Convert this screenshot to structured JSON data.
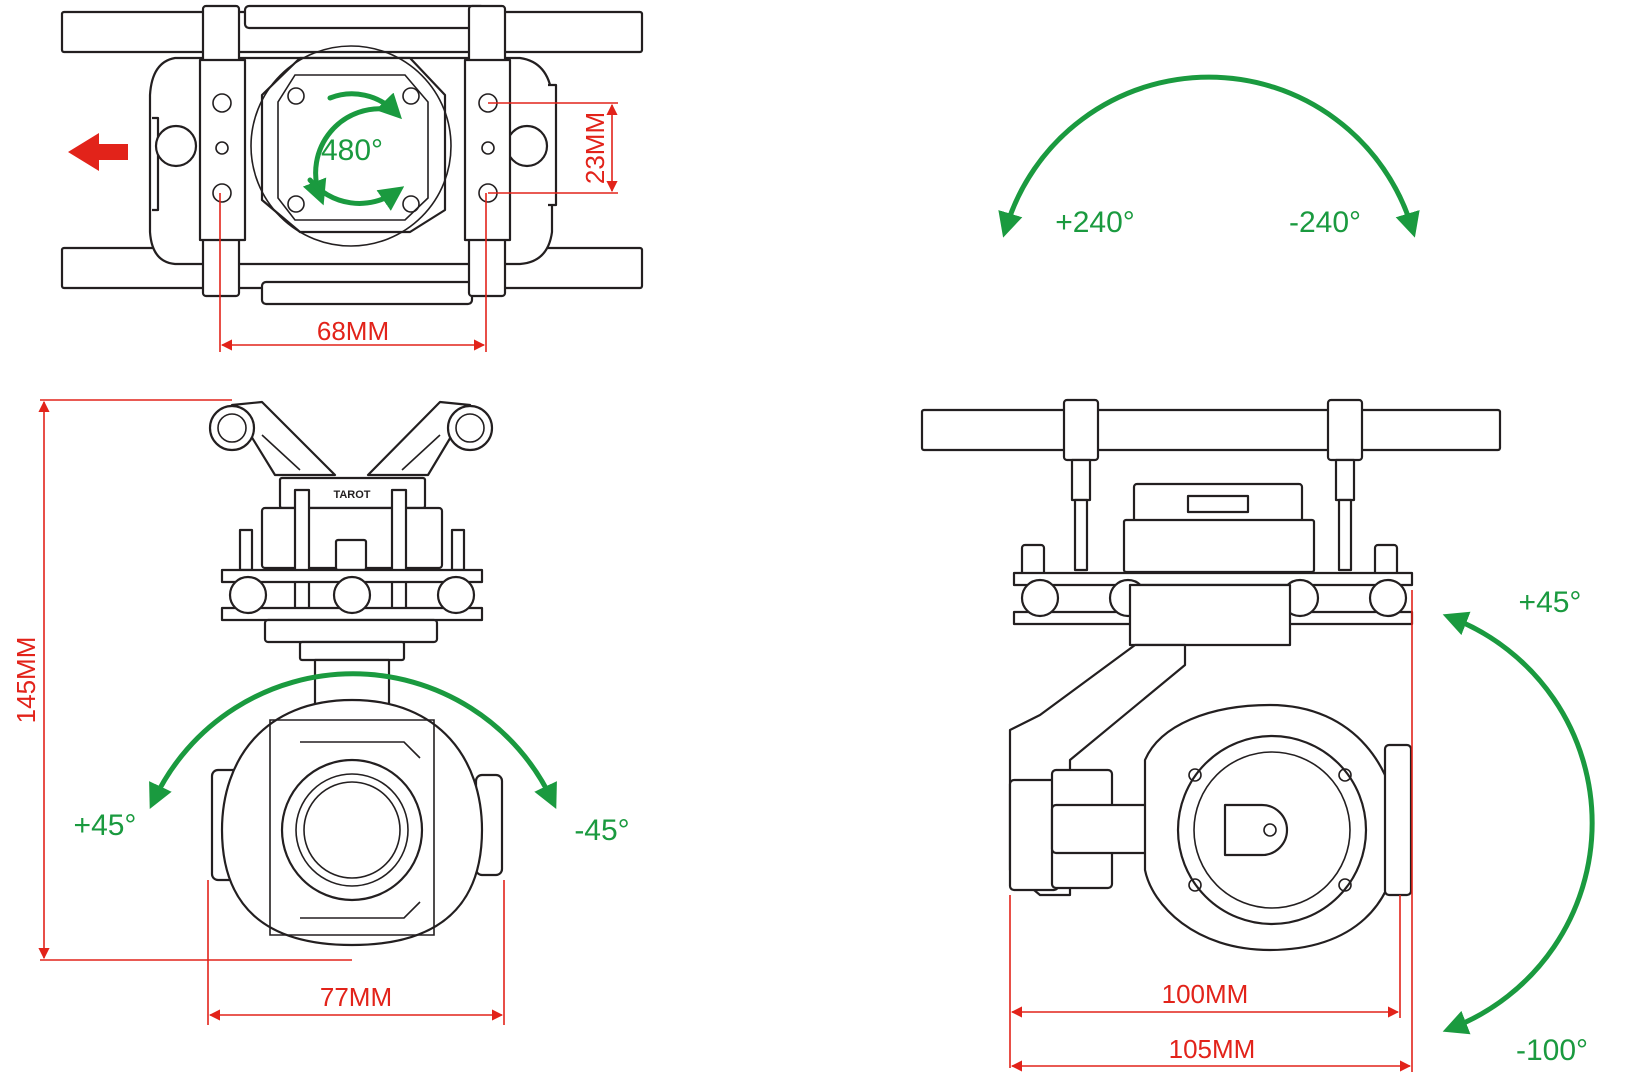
{
  "colors": {
    "dimension": "#e2231a",
    "rotation": "#1a9a3f",
    "outline": "#231f20",
    "direction_arrow": "#e2231a"
  },
  "top_view": {
    "yaw_angle": "480°",
    "mount_hole_spacing_long": "68MM",
    "mount_hole_spacing_short": "23MM"
  },
  "yaw_arc": {
    "left_angle": "+240°",
    "right_angle": "-240°"
  },
  "front_view": {
    "height": "145MM",
    "width": "77MM",
    "roll_left": "+45°",
    "roll_right": "-45°",
    "brand_mark": "TAROT"
  },
  "side_view": {
    "width_inner": "100MM",
    "width_outer": "105MM",
    "tilt_up": "+45°",
    "tilt_down": "-100°"
  }
}
